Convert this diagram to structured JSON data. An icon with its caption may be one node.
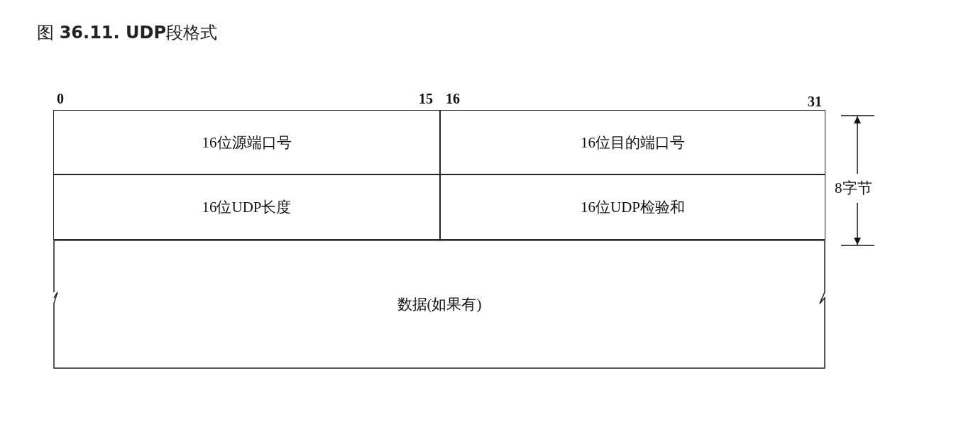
{
  "diagram": {
    "title": "图 **36.11. UDP**段格式",
    "nodes": [
      {
        "text": [
          "16位源端口号"
        ]
      },
      {
        "text": [
          "16位目的端口号"
        ]
      },
      {
        "text": [
          "16位UDP长度"
        ]
      },
      {
        "text": [
          "16位UDP检验和"
        ]
      },
      {
        "text": [
          "数据(如果有)"
        ]
      }
    ],
    "labels": [
      "0",
      "15",
      "16",
      "31",
      "8字节"
    ]
  }
}
